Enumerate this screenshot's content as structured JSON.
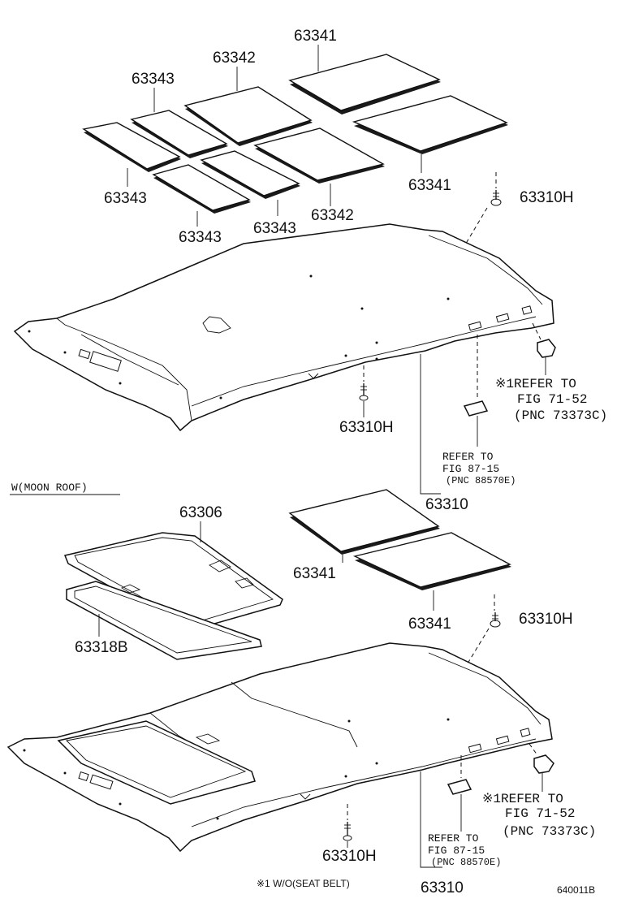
{
  "labels": {
    "top_63341_a": "63341",
    "top_63342_a": "63342",
    "top_63343_a": "63343",
    "top_63343_b": "63343",
    "top_63343_c": "63343",
    "top_63343_d": "63343",
    "top_63342_b": "63342",
    "top_63341_b": "63341",
    "top_63310H_a": "63310H",
    "top_63310H_b": "63310H",
    "top_63310": "63310",
    "bottom_63306": "63306",
    "bottom_63318B": "63318B",
    "bottom_63341_a": "63341",
    "bottom_63341_b": "63341",
    "bottom_63310H_a": "63310H",
    "bottom_63310H_b": "63310H",
    "bottom_63310": "63310"
  },
  "refs": {
    "top_fig71_line1": "※1REFER TO",
    "top_fig71_line2": "FIG 71-52",
    "top_fig71_line3": "(PNC 73373C)",
    "top_fig87_line1": "REFER TO",
    "top_fig87_line2": "FIG 87-15",
    "top_fig87_line3": "(PNC 88570E)",
    "bottom_fig71_line1": "※1REFER TO",
    "bottom_fig71_line2": "FIG 71-52",
    "bottom_fig71_line3": "(PNC 73373C)",
    "bottom_fig87_line1": "REFER TO",
    "bottom_fig87_line2": "FIG 87-15",
    "bottom_fig87_line3": "(PNC 88570E)"
  },
  "section_title": "W(MOON ROOF)",
  "footnote": "※1 W/O(SEAT BELT)",
  "drawing_number": "640011B"
}
